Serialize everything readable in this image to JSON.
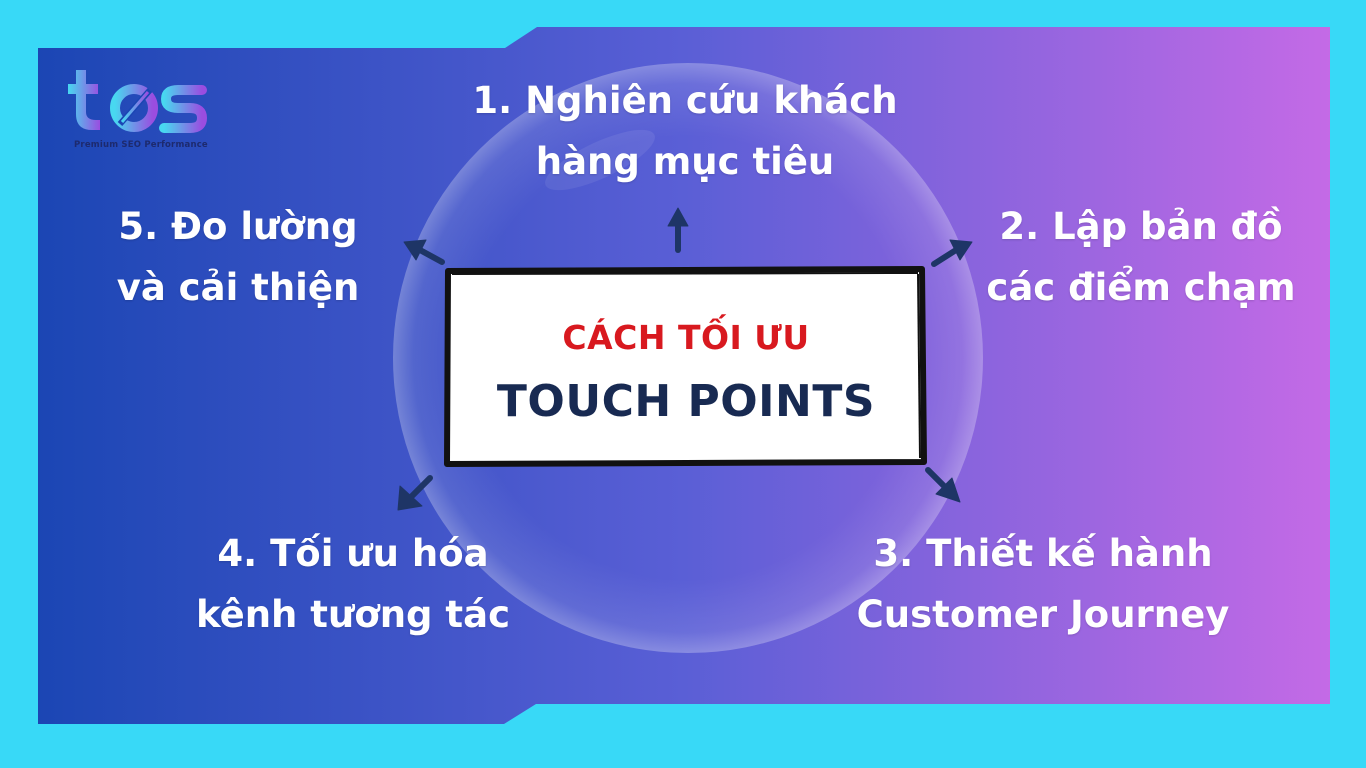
{
  "logo": {
    "mark": "tos",
    "tagline": "Premium SEO Performance"
  },
  "center": {
    "line1": "CÁCH TỐI ƯU",
    "line2": "TOUCH POINTS"
  },
  "steps": [
    {
      "line1": "1. Nghiên cứu khách",
      "line2": "hàng mục tiêu"
    },
    {
      "line1": "2. Lập bản đồ",
      "line2": "các điểm chạm"
    },
    {
      "line1": "3. Thiết kế hành",
      "line2": "Customer Journey"
    },
    {
      "line1": "4. Tối ưu hóa",
      "line2": "kênh tương tác"
    },
    {
      "line1": "5. Đo lường",
      "line2": "và cải thiện"
    }
  ],
  "colors": {
    "frame": "#38d9f7",
    "gradient_start": "#1b46b4",
    "gradient_mid": "#5a5fd6",
    "gradient_end": "#c46ae6",
    "accent_red": "#d8191f",
    "title_navy": "#182a52",
    "arrow_navy": "#1e3566"
  }
}
